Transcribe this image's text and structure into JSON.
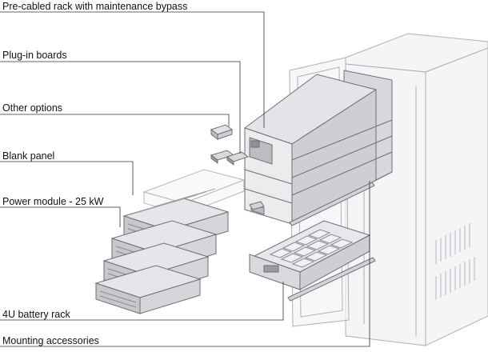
{
  "callouts": [
    {
      "id": "rack",
      "label": "Pre-cabled rack with maintenance bypass"
    },
    {
      "id": "boards",
      "label": "Plug-in boards"
    },
    {
      "id": "options",
      "label": "Other options"
    },
    {
      "id": "blank",
      "label": "Blank panel"
    },
    {
      "id": "power",
      "label": "Power module - 25 kW"
    },
    {
      "id": "battery",
      "label": "4U battery rack"
    },
    {
      "id": "mounting",
      "label": "Mounting accessories"
    }
  ],
  "colors": {
    "line": "#333333",
    "outline": "#8a8a8a",
    "fill_light": "#f1f1f3",
    "fill_mid": "#d9d9dc",
    "fill_dark": "#b9b9bd",
    "cabinet": "#e6e6ea"
  }
}
